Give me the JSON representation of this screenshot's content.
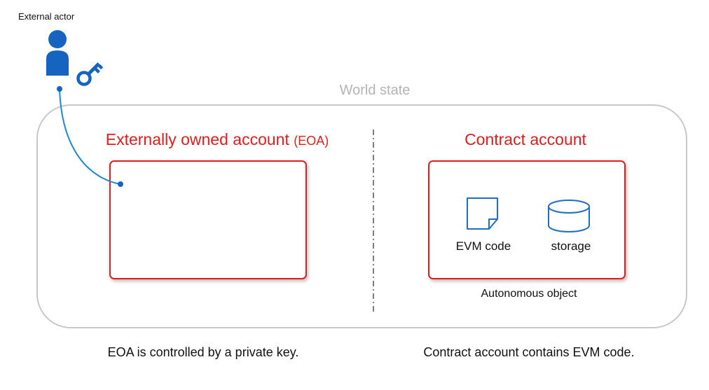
{
  "labels": {
    "external_actor": "External actor",
    "world_state": "World state",
    "eoa_title": "Externally owned account",
    "eoa_abbrev": "(EOA)",
    "contract_title": "Contract account",
    "evm_code": "EVM code",
    "storage": "storage",
    "autonomous_object": "Autonomous object",
    "eoa_caption": "EOA is controlled by a private key.",
    "contract_caption": "Contract account contains EVM code."
  },
  "icons": {
    "actor": "person-icon",
    "key": "key-icon",
    "code": "document-icon",
    "storage": "database-cylinder-icon"
  },
  "colors": {
    "accent_red": "#e41c1c",
    "actor_blue": "#1565c0",
    "link_blue": "#1e88d8",
    "world_border": "#c8c8c8",
    "world_label": "#b4b4b4",
    "icon_blue": "#1e6fc4"
  }
}
